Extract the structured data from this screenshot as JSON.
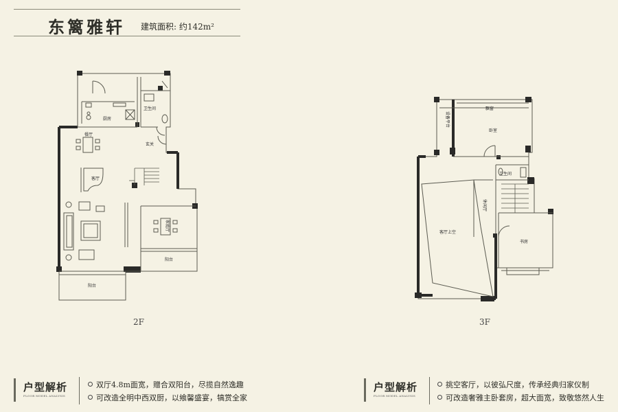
{
  "header": {
    "title": "东篱雅轩",
    "area_text": "建筑面积: 约142m²"
  },
  "floors": {
    "left_label": "2F",
    "right_label": "3F"
  },
  "rooms_2f": {
    "bathroom": "卫生间",
    "kitchen": "厨房",
    "dining": "餐厅",
    "entrance": "玄关",
    "living": "客厅",
    "family": "家庭厅",
    "balcony_right": "阳台",
    "balcony_bottom": "阳台"
  },
  "rooms_3f": {
    "equipment": "设备平台",
    "window": "飘窗",
    "bedroom": "卧室",
    "bathroom": "卫生间",
    "lounge": "休闲厅",
    "living_void": "客厅上空",
    "study": "书房"
  },
  "analysis": [
    {
      "title": "户型解析",
      "subtitle": "FLOOR MODEL ANALYSIS",
      "points": [
        "双厅4.8m面宽，赠合双阳台，尽揽自然逸趣",
        "可改造全明中西双厨，以飨馨盛宴，犒赏全家"
      ]
    },
    {
      "title": "户型解析",
      "subtitle": "FLOOR MODEL ANALYSIS",
      "points": [
        "挑空客厅，以彼弘尺度，传承经典归家仪制",
        "可改造奢雅主卧套房，超大面宽，致敬悠然人生"
      ]
    }
  ]
}
